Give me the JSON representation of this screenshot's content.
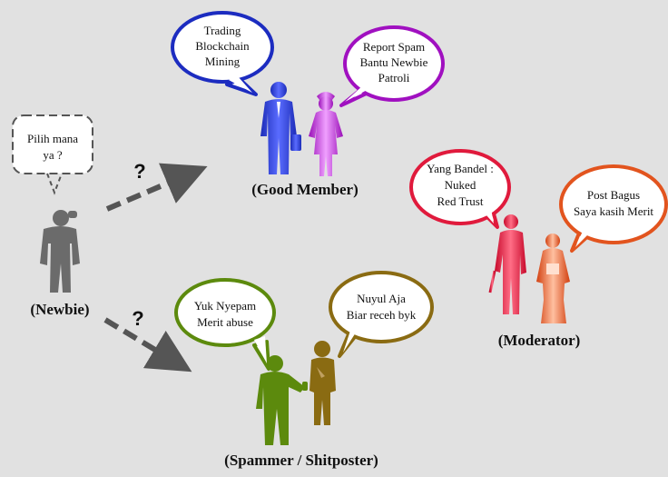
{
  "newbie": {
    "label": "(Newbie)",
    "thought": [
      "Pilih mana",
      "ya ?"
    ]
  },
  "arrows": {
    "up_mark": "?",
    "down_mark": "?"
  },
  "good_member": {
    "label": "(Good Member)",
    "bubble_left": [
      "Trading",
      "Blockchain",
      "Mining"
    ],
    "bubble_right": [
      "Report Spam",
      "Bantu Newbie",
      "Patroli"
    ]
  },
  "moderator": {
    "label": "(Moderator)",
    "bubble_left": [
      "Yang Bandel :",
      "Nuked",
      "Red Trust"
    ],
    "bubble_right": [
      "Post Bagus",
      "Saya kasih Merit"
    ]
  },
  "spammer": {
    "label": "(Spammer / Shitposter)",
    "bubble_left": [
      "Yuk Nyepam",
      "Merit abuse"
    ],
    "bubble_right": [
      "Nuyul Aja",
      "Biar receh byk"
    ]
  },
  "colors": {
    "background": "#e1e1e1",
    "newbie": "#6b6b6b",
    "good_blue": "#2f3fcf",
    "good_purple": "#b31ad2",
    "mod_red": "#e01a3c",
    "mod_orange": "#e2541e",
    "spam_green": "#5c8a0d",
    "spam_olive": "#8a6b12"
  }
}
